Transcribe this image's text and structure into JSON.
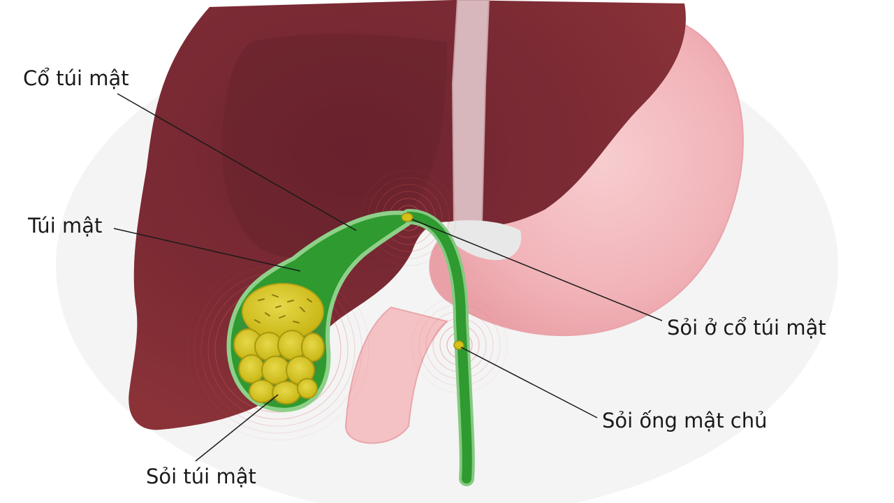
{
  "labels": {
    "gallbladder_neck": "Cổ túi mật",
    "gallbladder": "Túi mật",
    "neck_stone": "Sỏi ở cổ túi mật",
    "common_duct_stone": "Sỏi ống mật chủ",
    "gallbladder_stones": "Sỏi túi mật"
  },
  "colors": {
    "liver": "#7a2a32",
    "liver_dark": "#5e1f27",
    "stomach": "#f2b8bc",
    "bile_duct": "#2f9a2f",
    "stone": "#d4c21a",
    "pain_ring": "#e05a5a"
  }
}
